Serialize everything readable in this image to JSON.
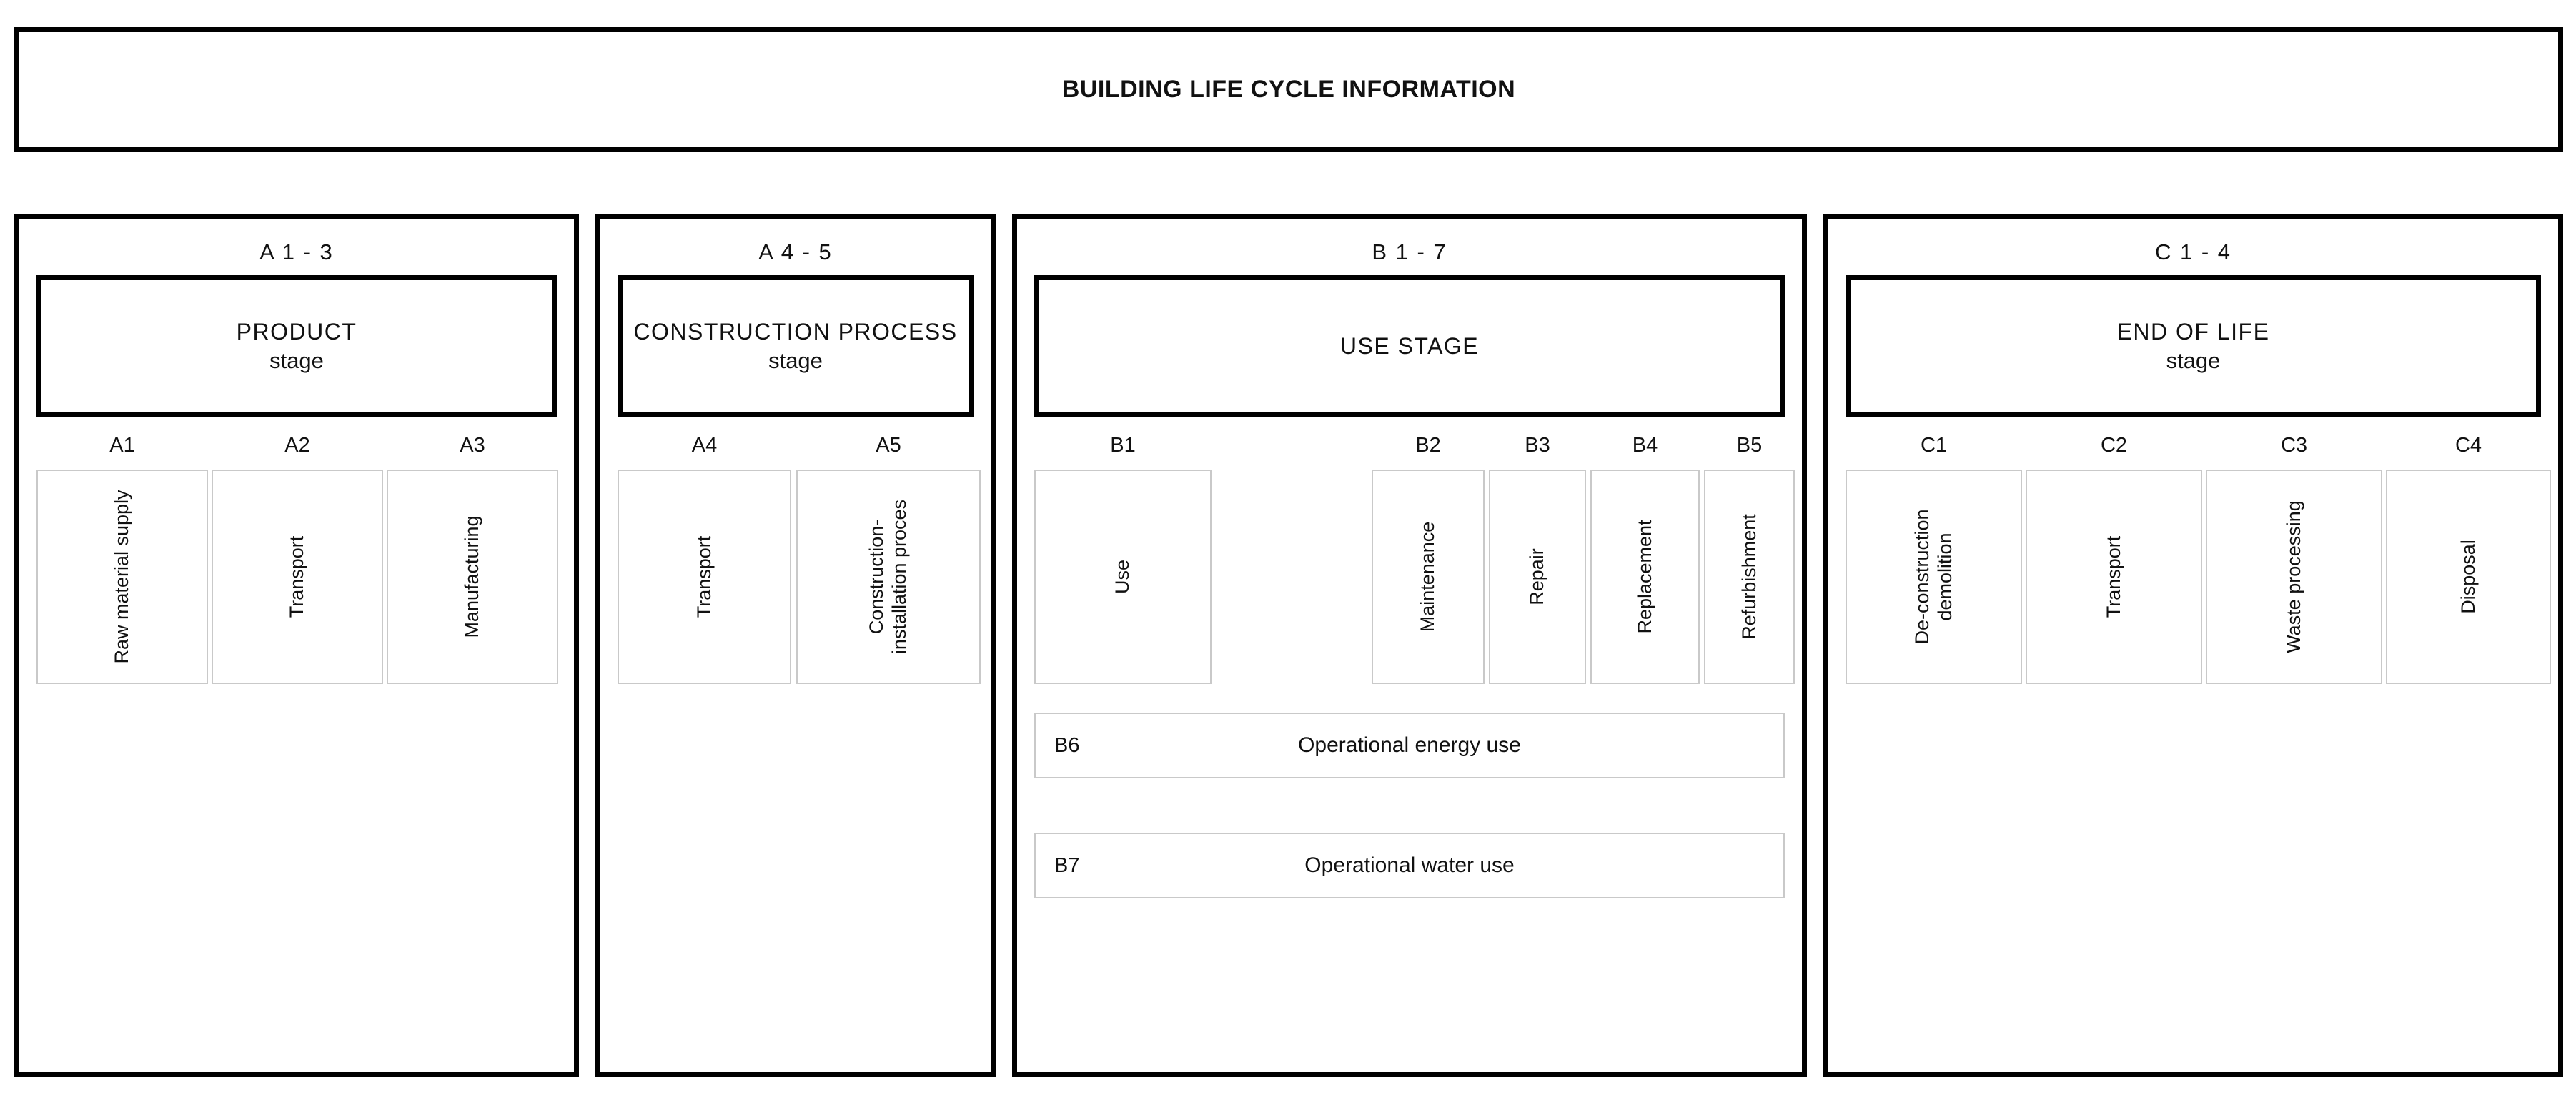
{
  "banner": {
    "title": "BUILDING LIFE CYCLE INFORMATION"
  },
  "stages": [
    {
      "code": "A 1 - 3",
      "name": "PRODUCT",
      "sub": "stage",
      "modules": [
        {
          "code": "A1",
          "label": "Raw material supply"
        },
        {
          "code": "A2",
          "label": "Transport"
        },
        {
          "code": "A3",
          "label": "Manufacturing"
        }
      ]
    },
    {
      "code": "A 4 - 5",
      "name": "CONSTRUCTION PROCESS",
      "sub": "stage",
      "modules": [
        {
          "code": "A4",
          "label": "Transport"
        },
        {
          "code": "A5",
          "label": "Construction-installation proces"
        }
      ]
    },
    {
      "code": "B 1 - 7",
      "name": "USE STAGE",
      "sub": "",
      "modules": [
        {
          "code": "B1",
          "label": "Use"
        },
        {
          "code": "B2",
          "label": "Maintenance"
        },
        {
          "code": "B3",
          "label": "Repair"
        },
        {
          "code": "B4",
          "label": "Replacement"
        },
        {
          "code": "B5",
          "label": "Refurbishment"
        }
      ],
      "wide_rows": [
        {
          "code": "B6",
          "label": "Operational energy use"
        },
        {
          "code": "B7",
          "label": "Operational water use"
        }
      ]
    },
    {
      "code": "C 1 - 4",
      "name": "END OF LIFE",
      "sub": "stage",
      "modules": [
        {
          "code": "C1",
          "label": "De-construction demolition"
        },
        {
          "code": "C2",
          "label": "Transport"
        },
        {
          "code": "C3",
          "label": "Waste processing"
        },
        {
          "code": "C4",
          "label": "Disposal"
        }
      ]
    }
  ],
  "colors": {
    "outline": "#000000",
    "module_outline": "#c9c9c9",
    "background": "#ffffff",
    "text": "#111111"
  }
}
